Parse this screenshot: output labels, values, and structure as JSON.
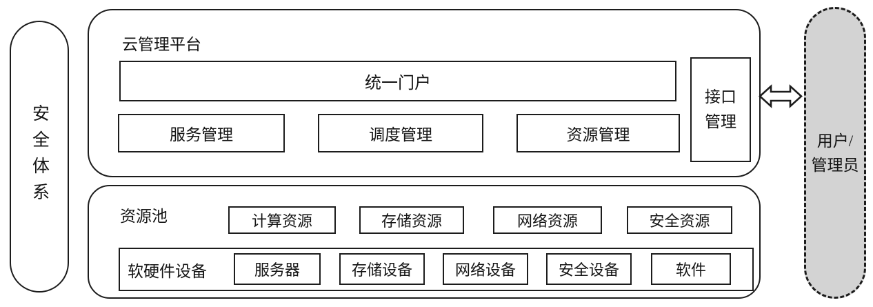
{
  "diagram": {
    "security_system": {
      "label": "安全体系"
    },
    "cloud_platform": {
      "title": "云管理平台",
      "unified_portal": "统一门户",
      "management_modules": [
        "服务管理",
        "调度管理",
        "资源管理"
      ],
      "interface_management": {
        "lines": [
          "接口",
          "管理"
        ]
      }
    },
    "resource_pool": {
      "title": "资源池",
      "resources": [
        "计算资源",
        "存储资源",
        "网络资源",
        "安全资源"
      ],
      "equipment": {
        "label": "软硬件设备",
        "items": [
          "服务器",
          "存储设备",
          "网络设备",
          "安全设备",
          "软件"
        ]
      }
    },
    "user_admin": {
      "lines": [
        "用户/",
        "管理员"
      ]
    },
    "connector": {
      "type": "bidirectional-arrow"
    }
  },
  "colors": {
    "line": "#1c1c1c",
    "box_fill": "#ffffff",
    "user_admin_fill": "#d3d3d3",
    "background": "#ffffff"
  }
}
